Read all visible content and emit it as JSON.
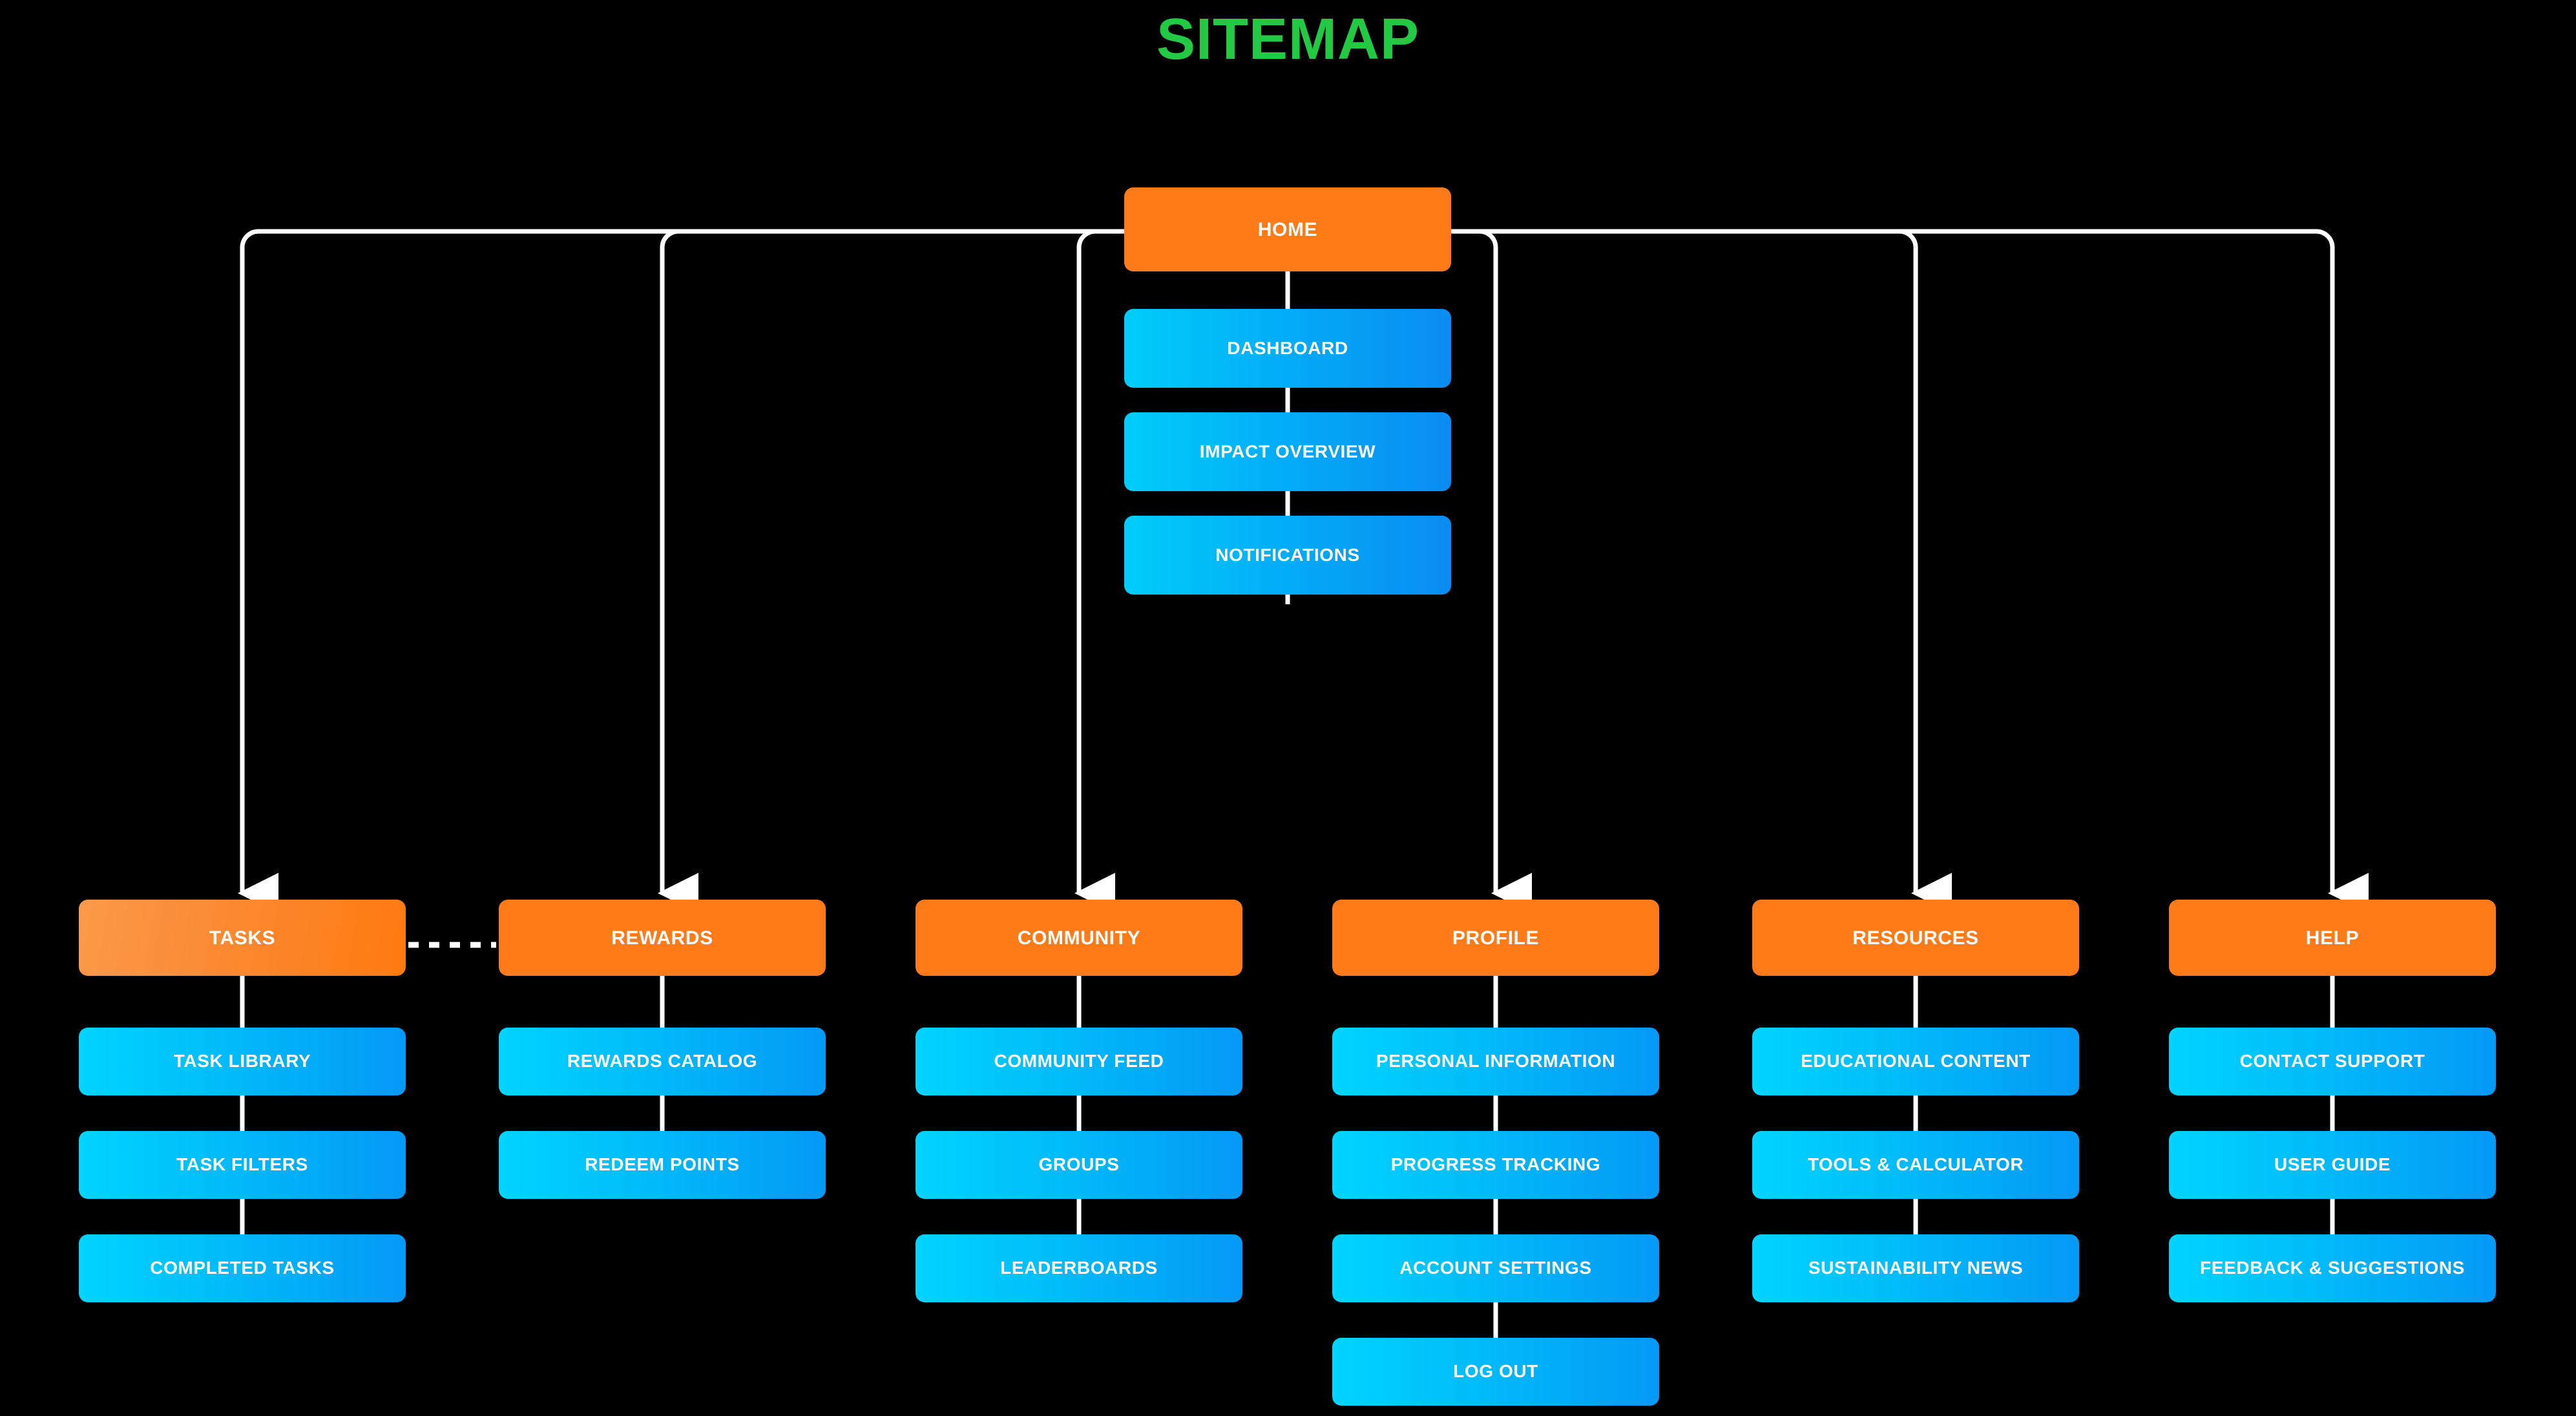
{
  "title": "SITEMAP",
  "colors": {
    "background": "#000000",
    "title_green": "#22C942",
    "section_orange": "#FF7A18",
    "highlight_orange_start": "#FB9A4B",
    "highlight_orange_end": "#FF7A10",
    "leaf_cyan": "#00D4FF",
    "leaf_blue": "#0499F6",
    "connector_white": "#FFFFFF"
  },
  "root": {
    "label": "HOME",
    "children": [
      {
        "label": "DASHBOARD"
      },
      {
        "label": "IMPACT OVERVIEW"
      },
      {
        "label": "NOTIFICATIONS"
      }
    ]
  },
  "sections": [
    {
      "label": "TASKS",
      "highlighted": true,
      "children": [
        {
          "label": "TASK LIBRARY"
        },
        {
          "label": "TASK FILTERS"
        },
        {
          "label": "COMPLETED TASKS"
        }
      ]
    },
    {
      "label": "REWARDS",
      "highlighted": false,
      "children": [
        {
          "label": "REWARDS CATALOG"
        },
        {
          "label": "REDEEM POINTS"
        }
      ]
    },
    {
      "label": "COMMUNITY",
      "highlighted": false,
      "children": [
        {
          "label": "COMMUNITY FEED"
        },
        {
          "label": "GROUPS"
        },
        {
          "label": "LEADERBOARDS"
        }
      ]
    },
    {
      "label": "PROFILE",
      "highlighted": false,
      "children": [
        {
          "label": "PERSONAL INFORMATION"
        },
        {
          "label": "PROGRESS TRACKING"
        },
        {
          "label": "ACCOUNT SETTINGS"
        },
        {
          "label": "LOG OUT"
        }
      ]
    },
    {
      "label": "RESOURCES",
      "highlighted": false,
      "children": [
        {
          "label": "EDUCATIONAL CONTENT"
        },
        {
          "label": "TOOLS & CALCULATOR"
        },
        {
          "label": "SUSTAINABILITY NEWS"
        }
      ]
    },
    {
      "label": "HELP",
      "highlighted": false,
      "children": [
        {
          "label": "CONTACT SUPPORT"
        },
        {
          "label": "USER GUIDE"
        },
        {
          "label": "FEEDBACK & SUGGESTIONS"
        }
      ]
    }
  ],
  "cross_links": [
    {
      "from": "TASKS",
      "to": "REWARDS",
      "style": "dashed"
    }
  ],
  "chart_data": {
    "type": "diagram",
    "diagram_type": "sitemap-tree",
    "title": "SITEMAP",
    "node_count": 26,
    "levels": 3
  }
}
